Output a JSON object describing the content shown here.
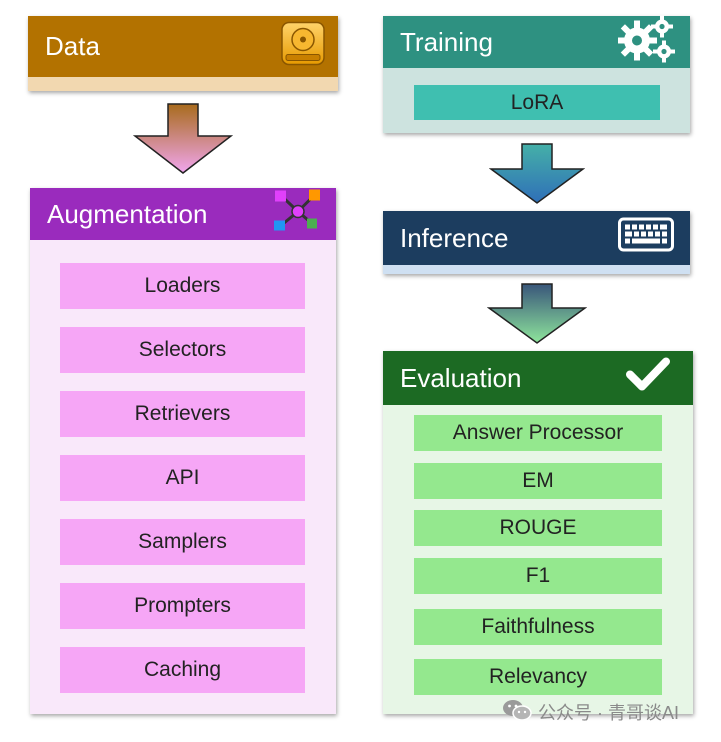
{
  "data_panel": {
    "title": "Data",
    "icon": "disk-drive-icon"
  },
  "augmentation_panel": {
    "title": "Augmentation",
    "icon": "network-nodes-icon",
    "items": [
      "Loaders",
      "Selectors",
      "Retrievers",
      "API",
      "Samplers",
      "Prompters",
      "Caching"
    ]
  },
  "training_panel": {
    "title": "Training",
    "icon": "gears-icon",
    "items": [
      "LoRA"
    ]
  },
  "inference_panel": {
    "title": "Inference",
    "icon": "keyboard-icon"
  },
  "evaluation_panel": {
    "title": "Evaluation",
    "icon": "checkmark-icon",
    "items": [
      "Answer Processor",
      "EM",
      "ROUGE",
      "F1",
      "Faithfulness",
      "Relevancy"
    ]
  },
  "watermark": {
    "text": "公众号 · 青哥谈AI",
    "icon": "wechat-icon"
  },
  "colors": {
    "data": "#b37200",
    "augmentation": "#9a2bbd",
    "training": "#2e9181",
    "inference": "#1c3d5f",
    "evaluation": "#1c6a23"
  }
}
